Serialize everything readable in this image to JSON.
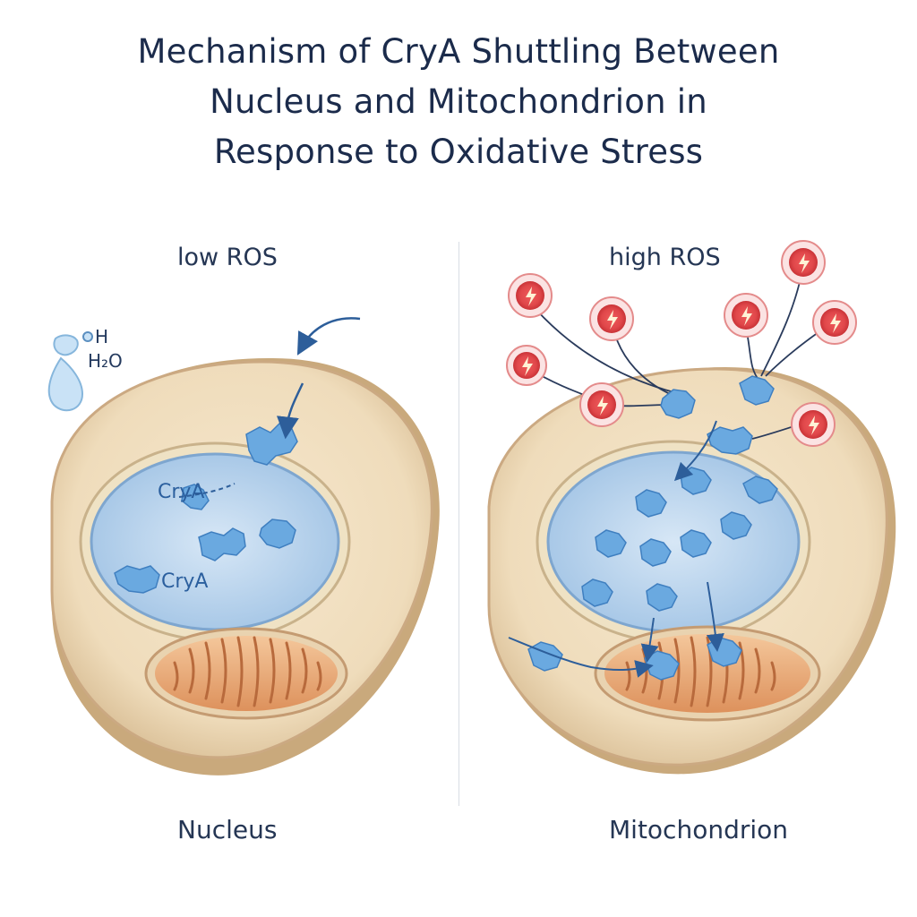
{
  "title": {
    "line1": "Mechanism of CryA Shuttling Between",
    "line2": "Nucleus and Mitochondrion in",
    "line3": "Response to Oxidative Stress"
  },
  "left_panel": {
    "condition": "low ROS",
    "caption": "Nucleus",
    "protein_labels": [
      "CryA",
      "CryA"
    ],
    "water_label_top": "H",
    "water_label": "H₂O"
  },
  "right_panel": {
    "condition": "high ROS",
    "caption": "Mitochondrion"
  },
  "colors": {
    "cell_fill": "#f1dfc0",
    "nucleus_fill": "#bcd6ee",
    "protein": "#6aa9e0",
    "ros": "#e0474a",
    "mitochondrion": "#e7a36d"
  },
  "icons": [
    "water-droplet-icon",
    "ros-bolt-icon",
    "curved-arrow-icon"
  ]
}
